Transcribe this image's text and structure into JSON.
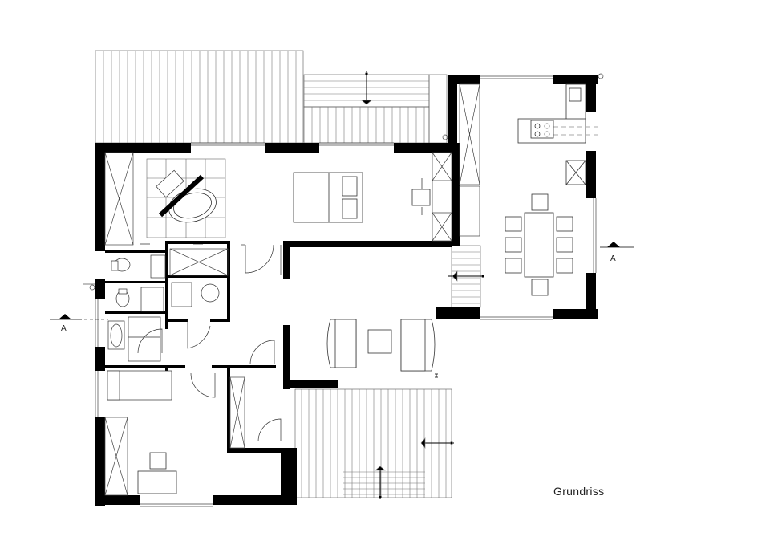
{
  "plan": {
    "title": "Grundriss",
    "section_marker_left": "A",
    "section_marker_right": "A"
  },
  "colors": {
    "wall": "#000000",
    "line": "#333333",
    "thin": "#777777",
    "background": "#ffffff"
  }
}
